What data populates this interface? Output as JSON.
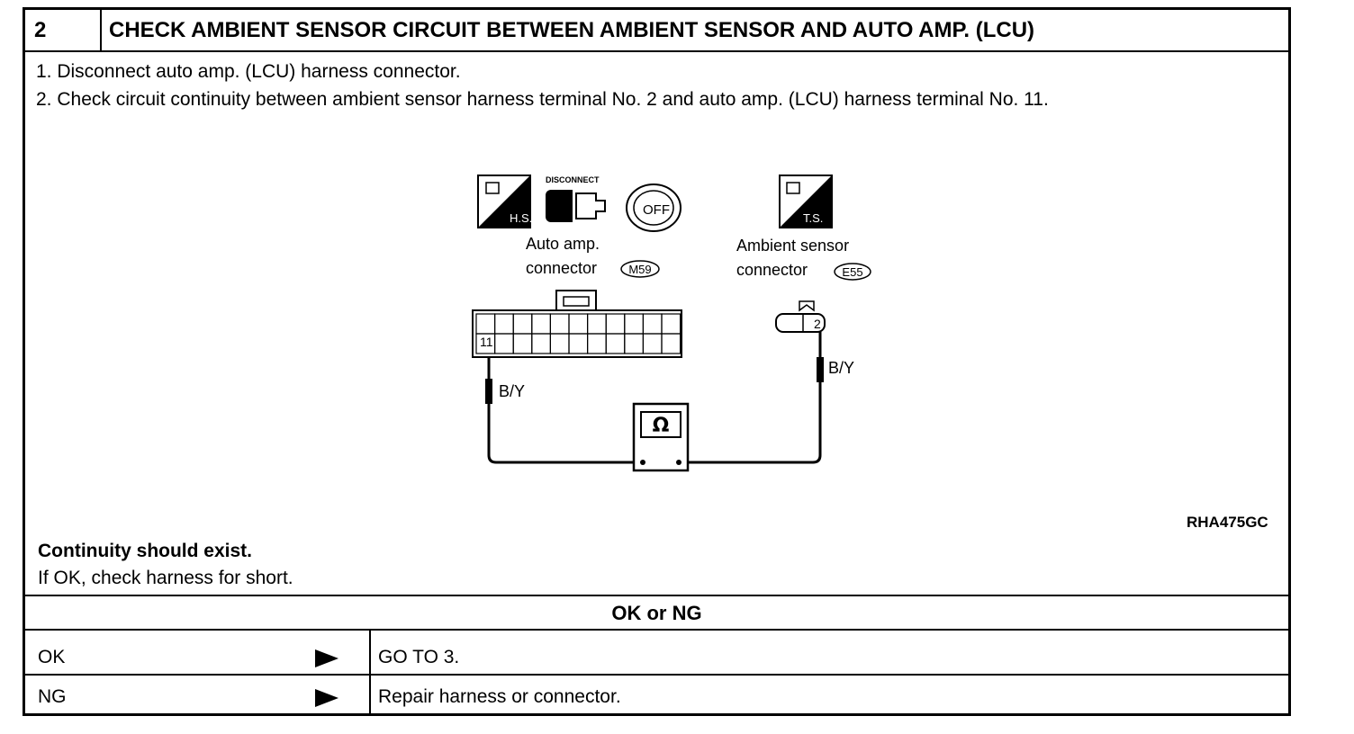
{
  "header": {
    "step_number": "2",
    "title": "CHECK AMBIENT SENSOR CIRCUIT BETWEEN AMBIENT SENSOR AND AUTO AMP. (LCU)"
  },
  "steps": [
    "1.  Disconnect auto amp. (LCU) harness connector.",
    "2.  Check circuit continuity between ambient sensor harness terminal No. 2 and auto amp. (LCU) harness terminal No. 11."
  ],
  "diagram": {
    "icon_hs_label": "H.S.",
    "icon_ts_label": "T.S.",
    "disconnect_label": "DISCONNECT",
    "off_label": "OFF",
    "auto_amp_line1": "Auto amp.",
    "auto_amp_line2": "connector",
    "auto_amp_code": "M59",
    "ambient_line1": "Ambient sensor",
    "ambient_line2": "connector",
    "ambient_code": "E55",
    "terminal_11": "11",
    "terminal_2": "2",
    "wire_left": "B/Y",
    "wire_right": "B/Y",
    "meter_symbol": "Ω",
    "figure_code": "RHA475GC"
  },
  "result": {
    "expectation": "Continuity should exist.",
    "note": "If OK, check harness for short.",
    "decision_label": "OK or NG"
  },
  "rows": [
    {
      "label": "OK",
      "action": "GO TO 3."
    },
    {
      "label": "NG",
      "action": "Repair harness or connector."
    }
  ]
}
